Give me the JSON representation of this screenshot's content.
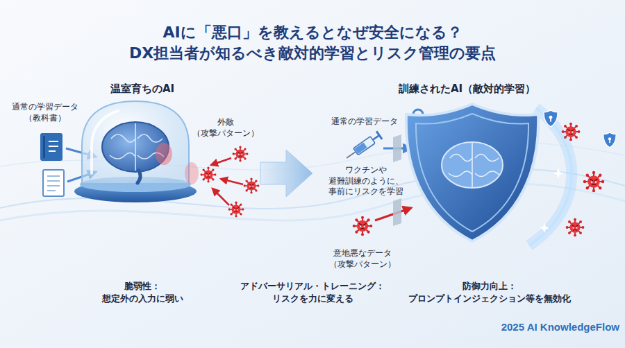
{
  "diagram": {
    "title": "AIに「悪口」を教えるとなぜ安全になる？ DX担当者が知るべき敵対的学習とリスク管理の要点",
    "nodes": [
      {
        "text": [
          "温室育ちのAI"
        ]
      },
      {
        "text": [
          "訓練されたAI（敵対的学習）"
        ]
      }
    ],
    "edges": [
      {
        "from": 0,
        "to": 1,
        "arrow": "to"
      }
    ],
    "labels": [
      "通常の学習データ （教科書）",
      "外敵 （攻撃パターン）",
      "脆弱性： 想定外の入力に弱い",
      "アドバーサリアル・トレーニング： リスクを力に変える",
      "通常の学習データ",
      "ワクチンや 避難訓練のように、 事前にリスクを学習",
      "意地悪なデータ （攻撃パターン）",
      "防御力向上： プロンプトインジェクション等を無効化",
      "2025 AI KnowledgeFlow"
    ]
  }
}
